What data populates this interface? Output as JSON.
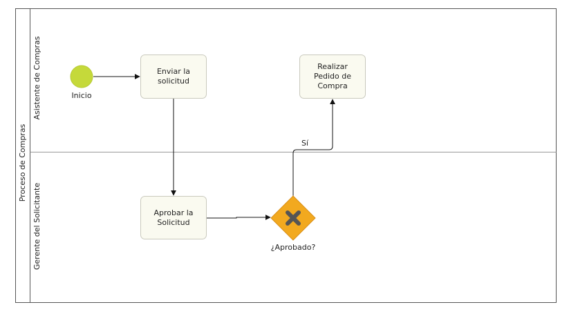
{
  "pool": {
    "label": "Proceso de Compras"
  },
  "lanes": [
    {
      "id": "asistente",
      "label": "Asistente de Compras"
    },
    {
      "id": "gerente",
      "label": "Gerente del Solicitante"
    }
  ],
  "start_event": {
    "label": "Inicio",
    "color": "#c5d93a"
  },
  "tasks": {
    "enviar": {
      "lines": [
        "Enviar la",
        "solicitud"
      ]
    },
    "aprobar": {
      "lines": [
        "Aprobar la",
        "Solicitud"
      ]
    },
    "realizar": {
      "lines": [
        "Realizar",
        "Pedido de",
        "Compra"
      ]
    }
  },
  "gateway": {
    "label": "¿Aprobado?",
    "color": "#f2a91f",
    "icon": "x-icon"
  },
  "flows": {
    "yes_label": "Sí"
  },
  "colors": {
    "task_fill": "#fafaf0",
    "task_stroke": "#c9c9bd",
    "line": "#111111",
    "border": "#555555"
  }
}
